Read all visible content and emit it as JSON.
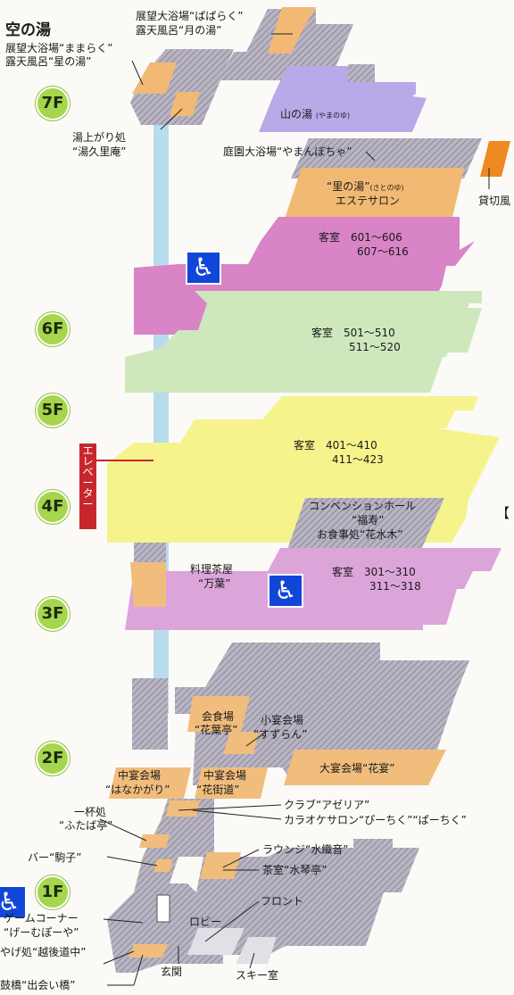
{
  "title": "空の湯",
  "floors": [
    "7F",
    "6F",
    "5F",
    "4F",
    "3F",
    "2F",
    "1F"
  ],
  "elevator_chars": [
    "エ",
    "レ",
    "ベ",
    "ー",
    "タ",
    "ー"
  ],
  "labels": {
    "f7_left_1": "展望大浴場“ままらく”",
    "f7_left_2": "露天風呂“星の湯”",
    "f7_top_1": "展望大浴場“ぱぱらく”",
    "f7_top_2": "露天風呂“月の湯”",
    "yuagari_1": "湯上がり処",
    "yuagari_2": "“湯久里庵”",
    "yamanoyu": "山の湯",
    "yamanoyu_ruby": "(やまのゆ)",
    "teien": "庭園大浴場“やまんぼちゃ”",
    "satonoyu_1": "“里の湯”",
    "satonoyu_ruby": "(さとのゆ)",
    "satonoyu_2": "エステサロン",
    "kashikiri": "貸切風",
    "room6_1": "客室　601～606",
    "room6_2": "607～616",
    "room5_1": "客室　501～510",
    "room5_2": "511～520",
    "room4_1": "客室　401～410",
    "room4_2": "411～423",
    "conv_1": "コンベンションホール",
    "conv_2": "“福寿”",
    "conv_3": "お食事処“花水木”",
    "bracket": "【",
    "ryori_1": "料理茶屋",
    "ryori_2": "“万葉”",
    "room3_1": "客室　301～310",
    "room3_2": "311～318",
    "kaishoku_1": "会食場",
    "kaishoku_2": "“花葉亭”",
    "shoen_1": "小宴会場",
    "shoen_2": "“すずらん”",
    "daien": "大宴会場“花宴”",
    "chuen_a_1": "中宴会場",
    "chuen_a_2": "“はなかがり”",
    "chuen_b_1": "中宴会場",
    "chuen_b_2": "“花街道”",
    "ippai_1": "一杯処",
    "ippai_2": "“ふたば亭”",
    "club": "クラブ“アゼリア”",
    "karaoke": "カラオケサロン“ぴーちく”“ぱーちく”",
    "bar": "バー“駒子”",
    "lounge": "ラウンジ“水織音”",
    "sashitsu": "茶室“水琴亭”",
    "game_1": "ゲームコーナー",
    "game_2": "“げーむぽーや”",
    "front": "フロント",
    "lobby": "ロビー",
    "miyage": "やげ処“越後道中”",
    "genkan": "玄関",
    "ski": "スキー室",
    "bridge": "鼓橋“出会い橋”"
  },
  "colors": {
    "f7": "#f1b973",
    "f6_pink": "#d884c6",
    "f6_green": "#cfe7bd",
    "f5": "#d6efcb",
    "f4": "#f6f38c",
    "f3": "#dba5da",
    "f2": "#f1bd7c",
    "lavender": "#b9a9e8",
    "hatch": "#9c97aa",
    "elevator_shaft": "#b7dcee",
    "kashikiri": "#ef8a21",
    "accessible": "#1047d8"
  }
}
